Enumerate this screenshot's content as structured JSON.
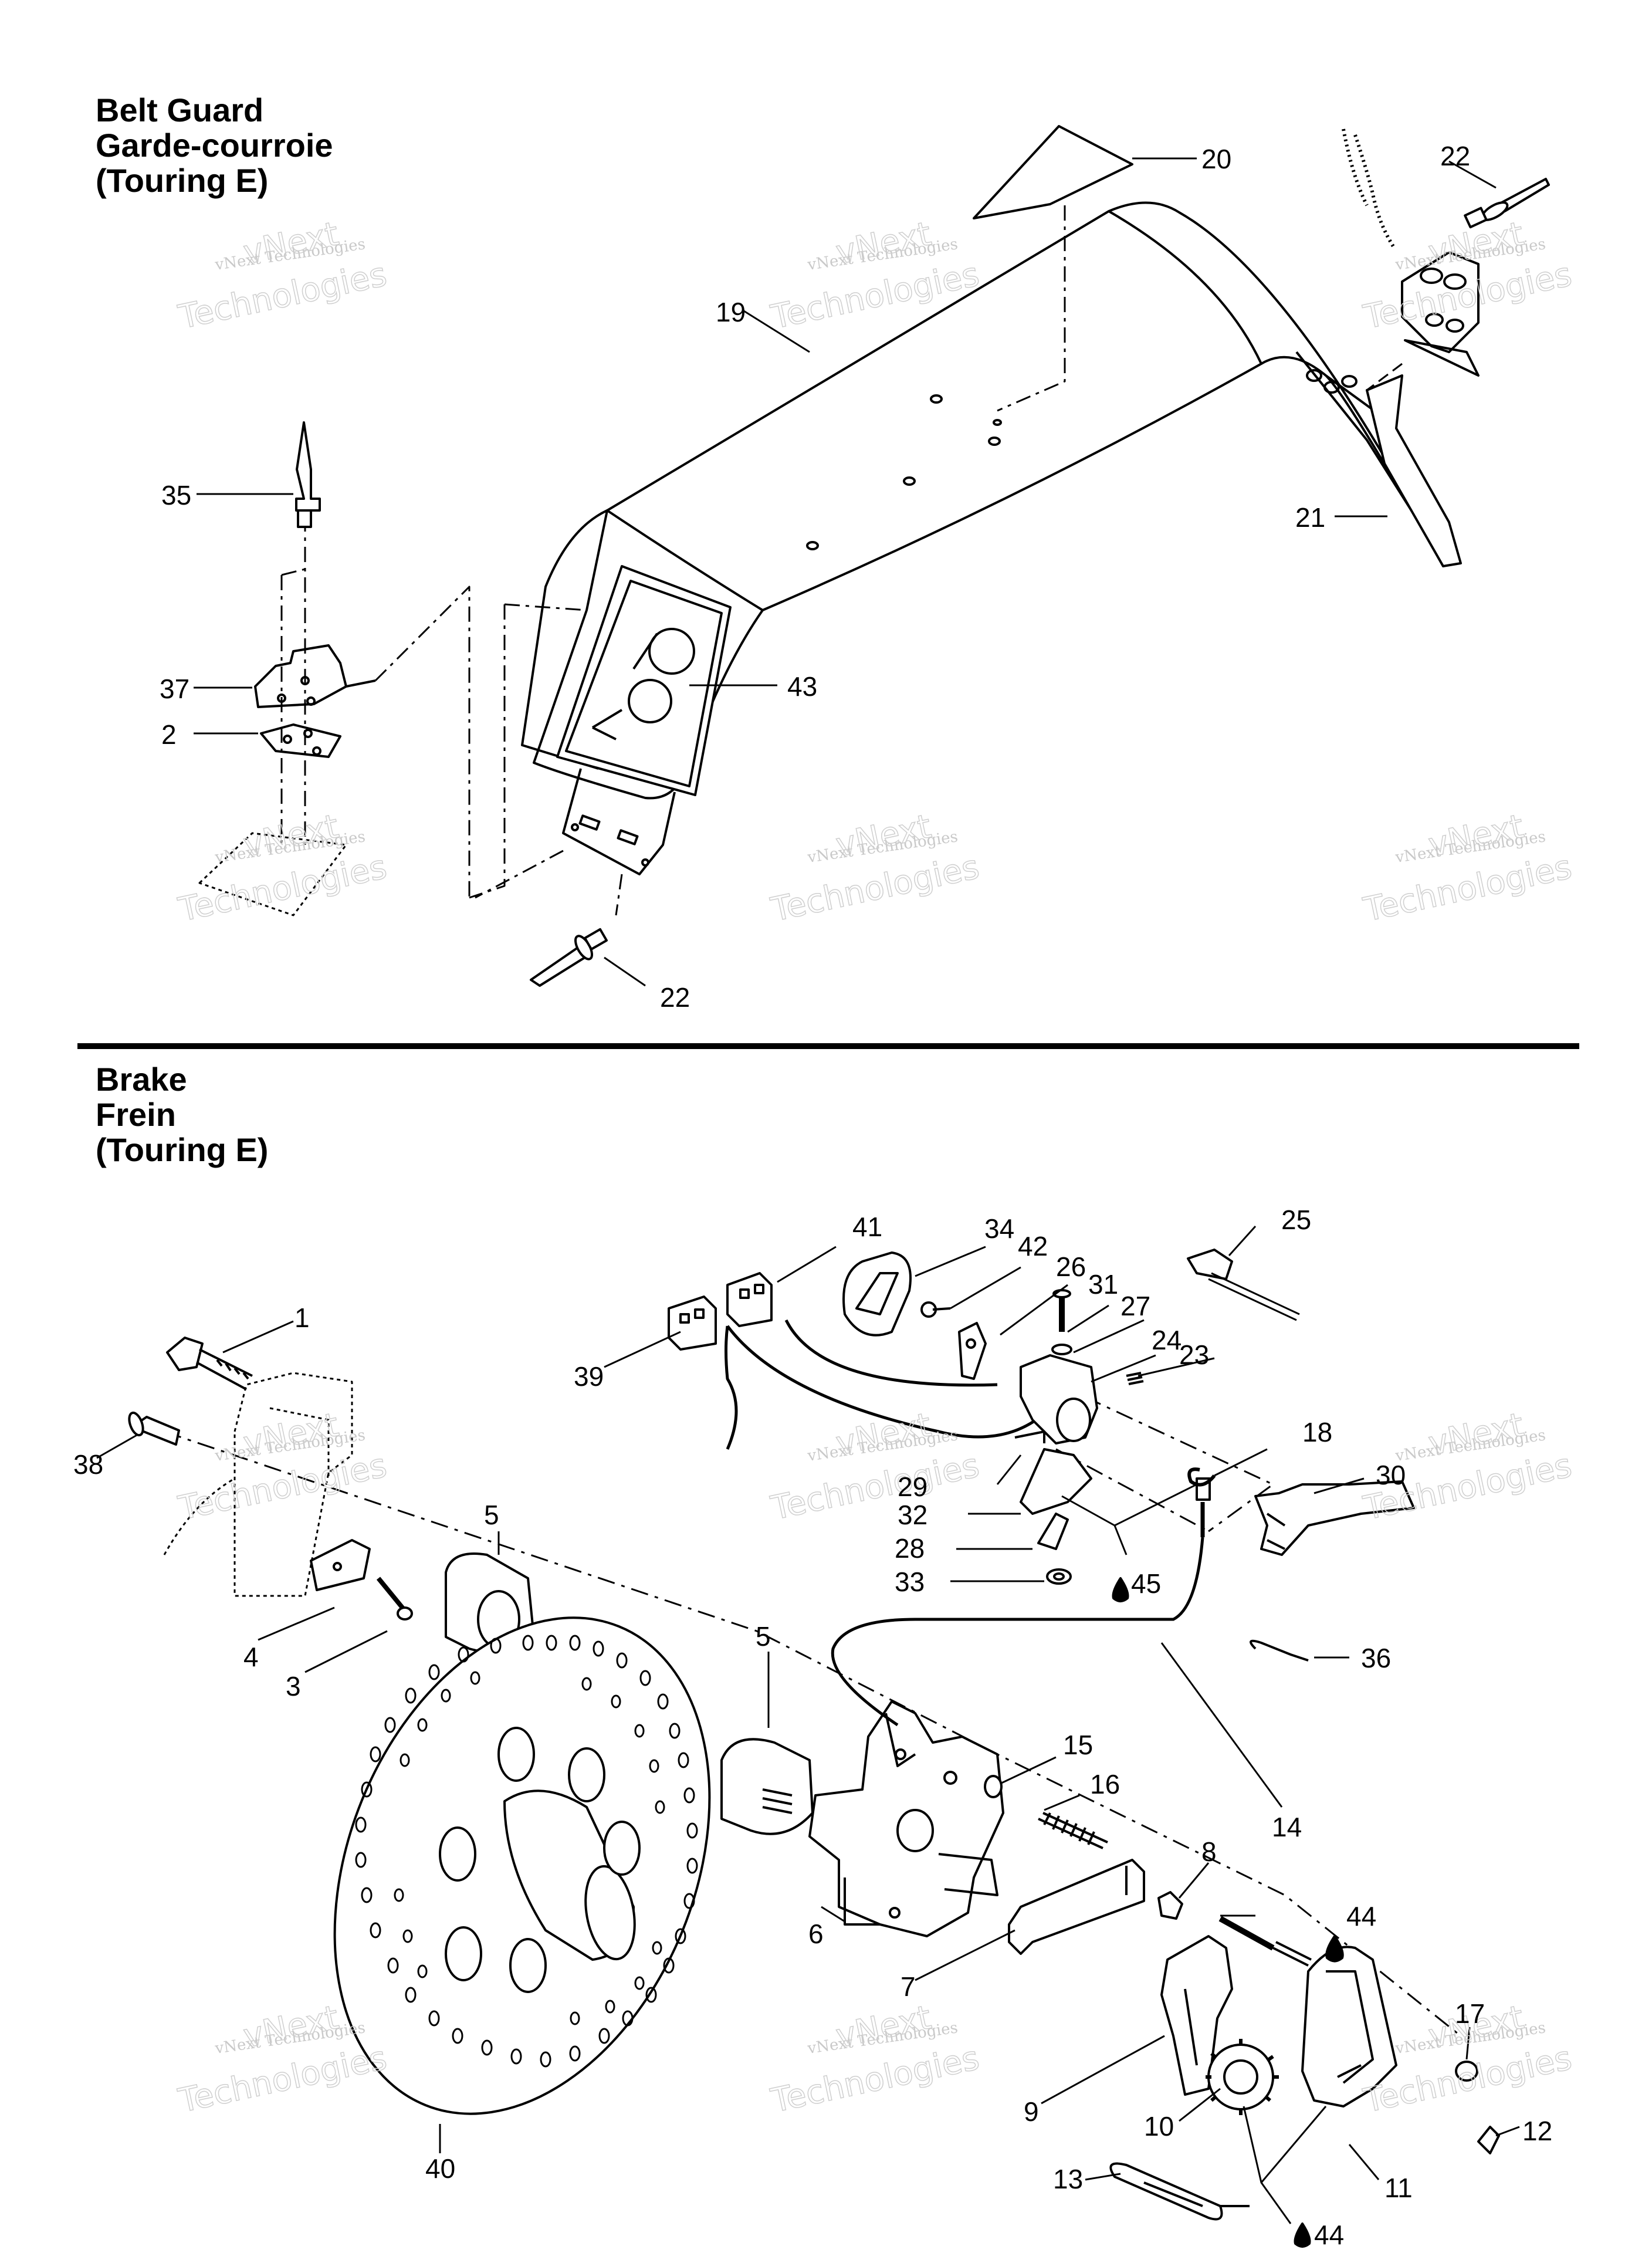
{
  "sections": [
    {
      "id": "belt-guard",
      "title_lines": [
        "Belt Guard",
        "Garde-courroie",
        "(Touring E)"
      ]
    },
    {
      "id": "brake",
      "title_lines": [
        "Brake",
        "Frein",
        "(Touring E)"
      ]
    }
  ],
  "watermark": {
    "line1": "vNext Technologies",
    "line2": "vNext",
    "line3": "Technologies"
  },
  "callouts": {
    "belt_guard": [
      "20",
      "22",
      "19",
      "35",
      "21",
      "37",
      "43",
      "2",
      "22"
    ],
    "brake": [
      "41",
      "34",
      "42",
      "25",
      "26",
      "31",
      "27",
      "24",
      "23",
      "1",
      "39",
      "18",
      "38",
      "5",
      "30",
      "29",
      "32",
      "28",
      "45",
      "33",
      "36",
      "5",
      "4",
      "3",
      "15",
      "16",
      "14",
      "8",
      "44",
      "6",
      "7",
      "17",
      "9",
      "10",
      "12",
      "13",
      "11",
      "40",
      "44"
    ]
  }
}
